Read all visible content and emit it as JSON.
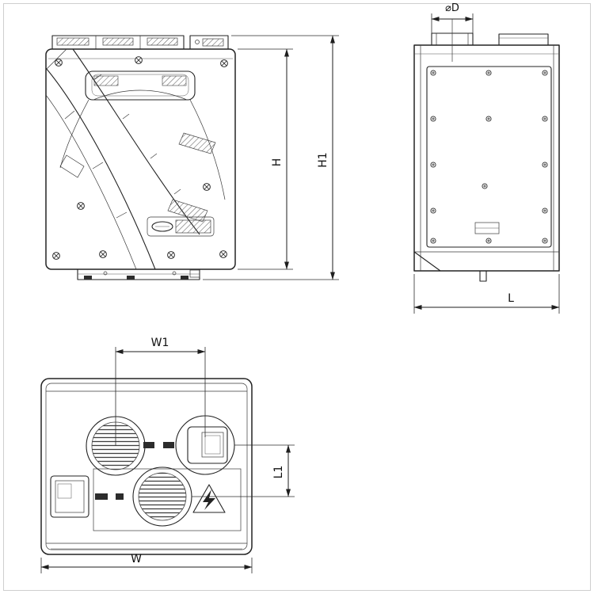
{
  "page": {
    "background_color": "#ffffff",
    "frame_color": "#cfcfcf"
  },
  "drawing": {
    "kind": "dimensional-technical-drawing",
    "subject": "ventilation-unit-three-views",
    "line_color": "#232323",
    "views": {
      "front": {
        "dimension_labels": [
          "H",
          "H1"
        ]
      },
      "side": {
        "dimension_labels": [
          "⌀D",
          "L"
        ]
      },
      "top": {
        "dimension_labels": [
          "W1",
          "L1",
          "W"
        ]
      }
    },
    "labels": {
      "H": "H",
      "H1": "H1",
      "D": "⌀D",
      "L": "L",
      "W1": "W1",
      "L1": "L1",
      "W": "W"
    },
    "icons": {
      "high_voltage_warning": "triangle-lightning-bolt",
      "brand_logo": "oval-badge"
    }
  }
}
